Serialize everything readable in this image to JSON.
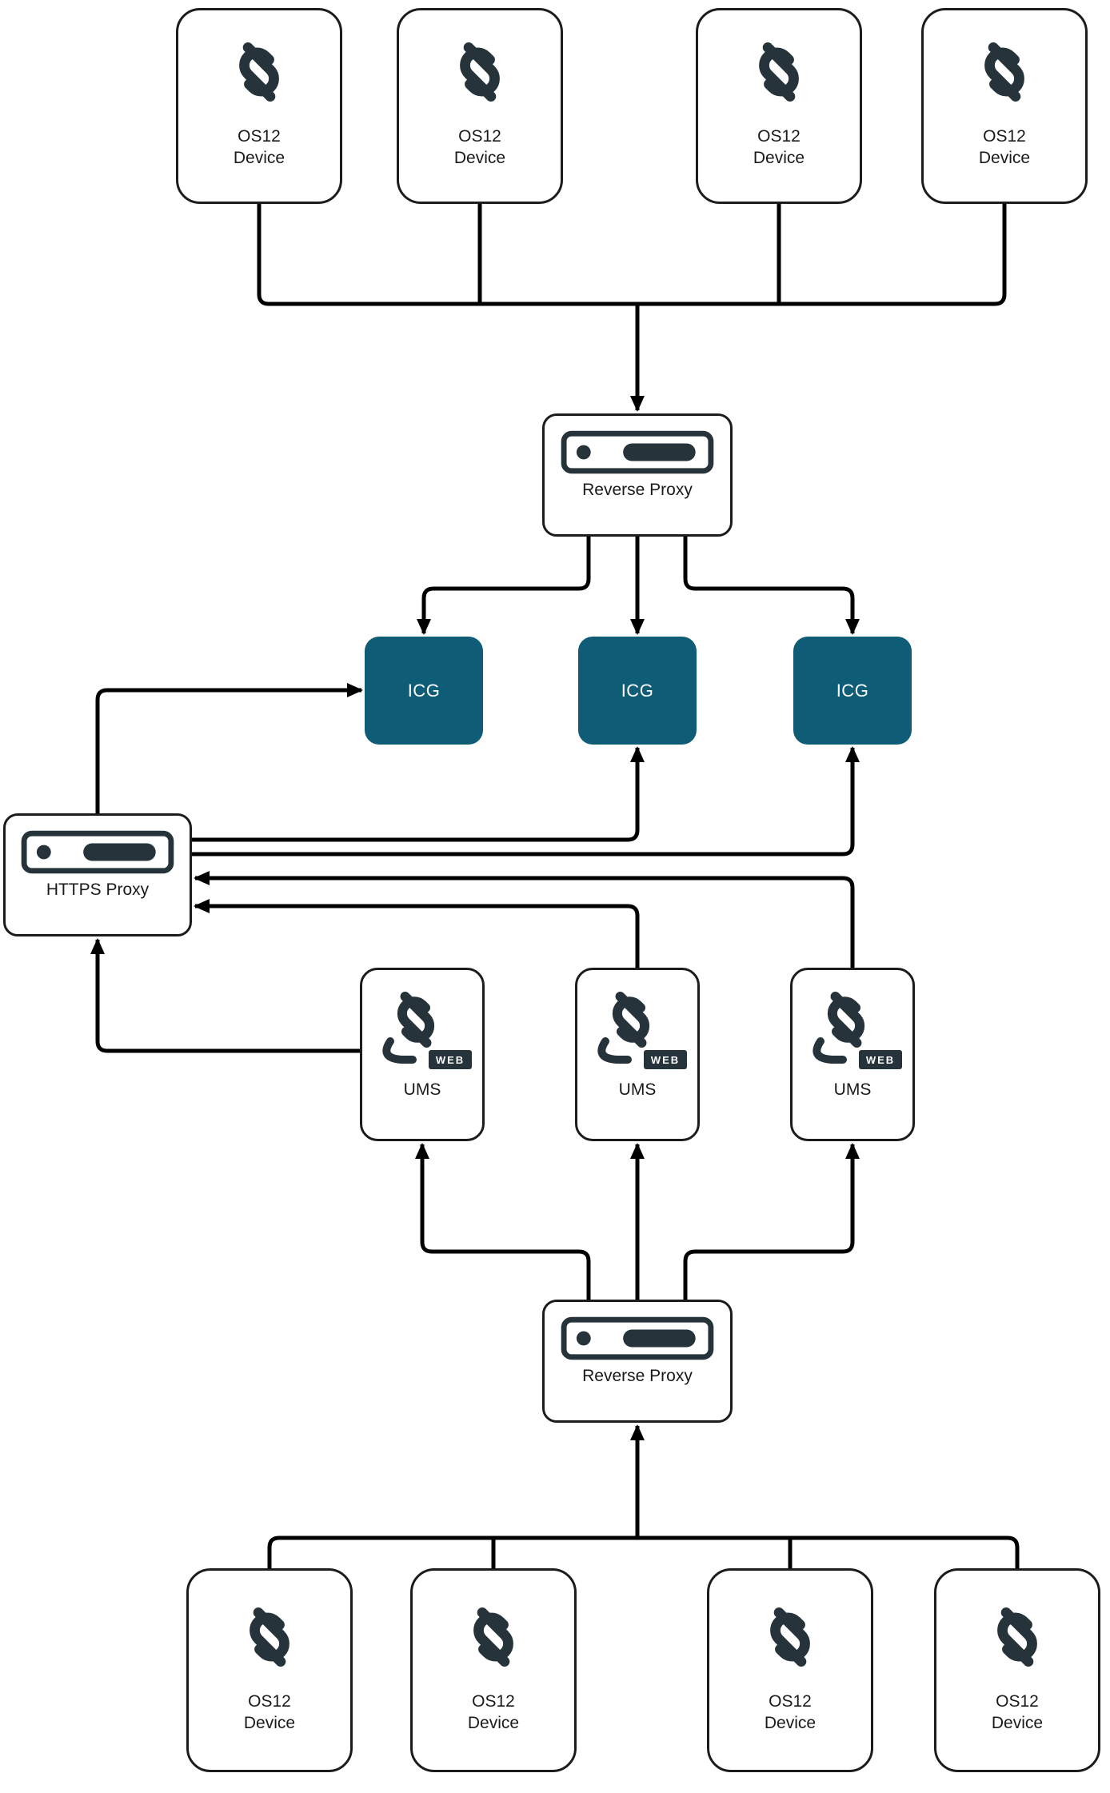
{
  "diagram": {
    "colors": {
      "line": "#000000",
      "box_border": "#1c1c1c",
      "icg_fill": "#0E5C75",
      "icg_text": "#ffffff",
      "icon": "#26333B",
      "badge_bg": "#26333B",
      "badge_text": "#ffffff"
    },
    "top_devices": [
      {
        "label": "OS12 Device"
      },
      {
        "label": "OS12 Device"
      },
      {
        "label": "OS12 Device"
      },
      {
        "label": "OS12 Device"
      }
    ],
    "reverse_proxy_top": {
      "label": "Reverse Proxy"
    },
    "icgs": [
      {
        "label": "ICG"
      },
      {
        "label": "ICG"
      },
      {
        "label": "ICG"
      }
    ],
    "https_proxy": {
      "label": "HTTPS Proxy"
    },
    "ums": [
      {
        "label": "UMS",
        "badge": "WEB"
      },
      {
        "label": "UMS",
        "badge": "WEB"
      },
      {
        "label": "UMS",
        "badge": "WEB"
      }
    ],
    "reverse_proxy_bottom": {
      "label": "Reverse Proxy"
    },
    "bottom_devices": [
      {
        "label": "OS12 Device"
      },
      {
        "label": "OS12 Device"
      },
      {
        "label": "OS12 Device"
      },
      {
        "label": "OS12 Device"
      }
    ],
    "edges": [
      {
        "from": "OS12 Devices (top)",
        "to": "Reverse Proxy (top)"
      },
      {
        "from": "Reverse Proxy (top)",
        "to": "ICG (left)"
      },
      {
        "from": "Reverse Proxy (top)",
        "to": "ICG (middle)"
      },
      {
        "from": "Reverse Proxy (top)",
        "to": "ICG (right)"
      },
      {
        "from": "HTTPS Proxy",
        "to": "ICG (left)"
      },
      {
        "from": "HTTPS Proxy",
        "to": "ICG (middle)"
      },
      {
        "from": "HTTPS Proxy",
        "to": "ICG (right)"
      },
      {
        "from": "UMS (left)",
        "to": "HTTPS Proxy"
      },
      {
        "from": "UMS (middle)",
        "to": "HTTPS Proxy"
      },
      {
        "from": "UMS (right)",
        "to": "HTTPS Proxy"
      },
      {
        "from": "Reverse Proxy (bottom)",
        "to": "UMS (left)"
      },
      {
        "from": "Reverse Proxy (bottom)",
        "to": "UMS (middle)"
      },
      {
        "from": "Reverse Proxy (bottom)",
        "to": "UMS (right)"
      },
      {
        "from": "OS12 Devices (bottom)",
        "to": "Reverse Proxy (bottom)"
      }
    ]
  }
}
